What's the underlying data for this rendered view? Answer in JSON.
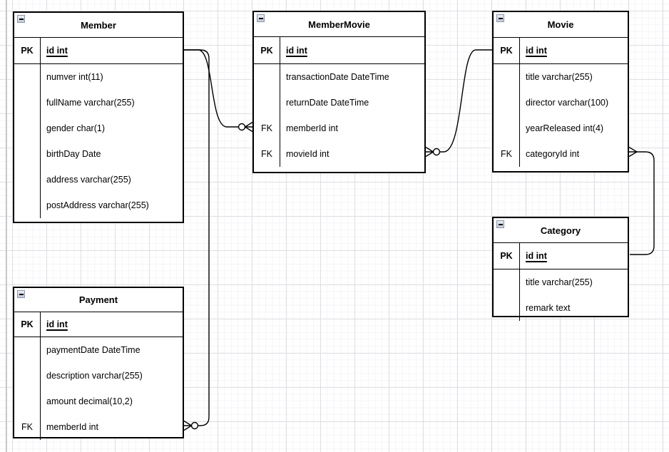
{
  "app": {
    "view": "er-diagram-canvas"
  },
  "colors": {
    "table_border": "#000000",
    "table_bg": "#ffffff",
    "text": "#000000",
    "grid_major": "#dfdee4",
    "grid_minor": "#f5f4f8",
    "canvas_bg": "#ffffff",
    "collapse_icon_bg": "#c9d0e0",
    "collapse_icon_border": "#8e95a6"
  },
  "icons": {
    "collapse": "minus-icon"
  },
  "tables": [
    {
      "id": "member",
      "title": "Member",
      "columns": [
        {
          "key": "PK",
          "name": "id int",
          "is_pk": true
        },
        {
          "key": "",
          "name": "numver int(11)"
        },
        {
          "key": "",
          "name": "fullName varchar(255)"
        },
        {
          "key": "",
          "name": "gender char(1)"
        },
        {
          "key": "",
          "name": "birthDay Date"
        },
        {
          "key": "",
          "name": "address varchar(255)"
        },
        {
          "key": "",
          "name": "postAddress varchar(255)"
        }
      ]
    },
    {
      "id": "membermovie",
      "title": "MemberMovie",
      "columns": [
        {
          "key": "PK",
          "name": "id int",
          "is_pk": true
        },
        {
          "key": "",
          "name": "transactionDate DateTime"
        },
        {
          "key": "",
          "name": "returnDate DateTime"
        },
        {
          "key": "FK",
          "name": "memberId int"
        },
        {
          "key": "FK",
          "name": "movieId int"
        }
      ]
    },
    {
      "id": "movie",
      "title": "Movie",
      "columns": [
        {
          "key": "PK",
          "name": "id int",
          "is_pk": true
        },
        {
          "key": "",
          "name": "title varchar(255)"
        },
        {
          "key": "",
          "name": "director varchar(100)"
        },
        {
          "key": "",
          "name": "yearReleased int(4)"
        },
        {
          "key": "FK",
          "name": "categoryId int"
        }
      ]
    },
    {
      "id": "category",
      "title": "Category",
      "columns": [
        {
          "key": "PK",
          "name": "id int",
          "is_pk": true
        },
        {
          "key": "",
          "name": "title varchar(255)"
        },
        {
          "key": "",
          "name": "remark text"
        }
      ]
    },
    {
      "id": "payment",
      "title": "Payment",
      "columns": [
        {
          "key": "PK",
          "name": "id int",
          "is_pk": true
        },
        {
          "key": "",
          "name": "paymentDate DateTime"
        },
        {
          "key": "",
          "name": "description varchar(255)"
        },
        {
          "key": "",
          "name": "amount decimal(10,2)"
        },
        {
          "key": "FK",
          "name": "memberId int"
        }
      ]
    }
  ],
  "relationships": [
    {
      "id": "member-membermovie",
      "from": "Member.id",
      "to": "MemberMovie.memberId",
      "from_end": "one",
      "to_end": "zero-or-many"
    },
    {
      "id": "member-payment",
      "from": "Member.id",
      "to": "Payment.memberId",
      "from_end": "one",
      "to_end": "zero-or-many"
    },
    {
      "id": "movie-membermovie",
      "from": "Movie.id",
      "to": "MemberMovie.movieId",
      "from_end": "one",
      "to_end": "zero-or-many"
    },
    {
      "id": "category-movie",
      "from": "Category.id",
      "to": "Movie.categoryId",
      "from_end": "one",
      "to_end": "many"
    }
  ]
}
